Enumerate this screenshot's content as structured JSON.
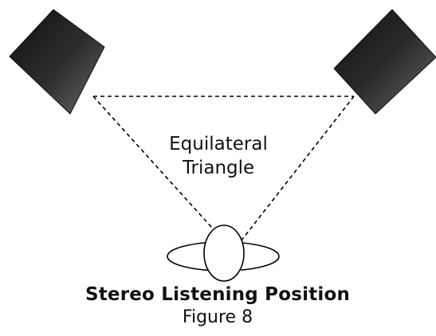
{
  "diagram": {
    "triangle_label": [
      "Equilateral",
      "Triangle"
    ],
    "caption": {
      "title": "Stereo Listening Position",
      "figure": "Figure 8"
    }
  },
  "colors": {
    "speaker_dark": "#1a1a1a",
    "speaker_light": "#5a5a5a",
    "line": "#000000",
    "background": "#ffffff"
  },
  "icons": {
    "left_speaker": "speaker-icon",
    "right_speaker": "speaker-icon",
    "listener": "listener-head-icon"
  }
}
